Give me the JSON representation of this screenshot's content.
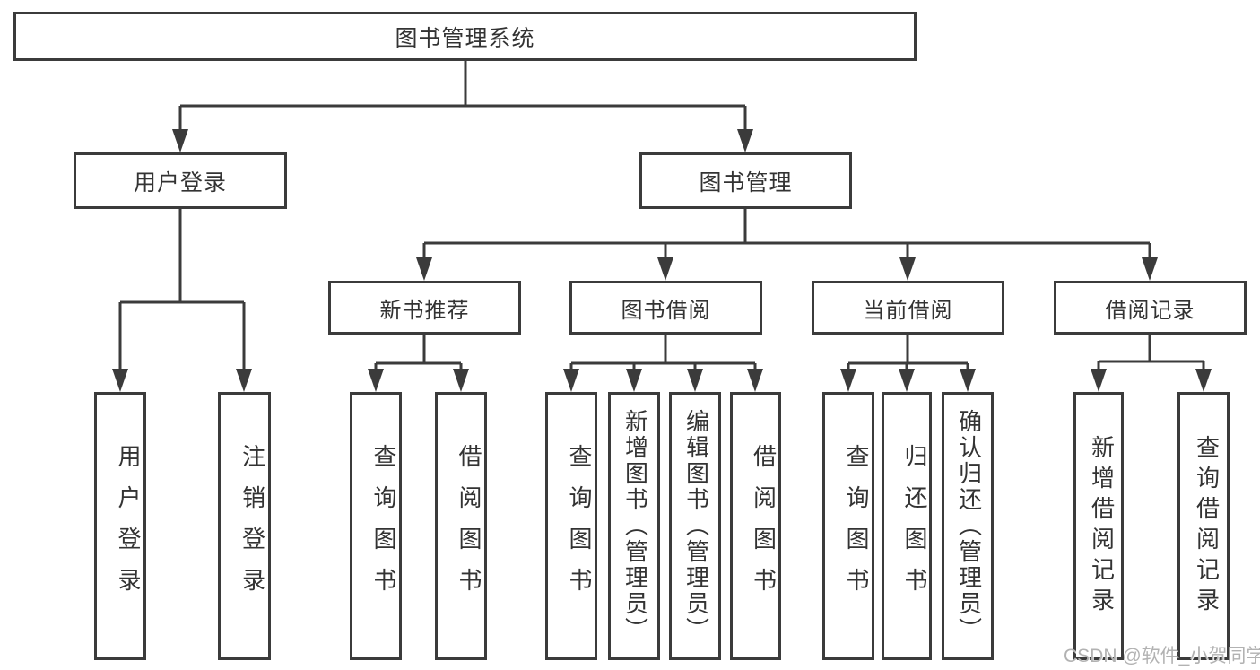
{
  "diagram": {
    "root": {
      "label": "图书管理系统"
    },
    "modules": [
      {
        "label": "用户登录",
        "children": [
          {
            "label": "用户登录"
          },
          {
            "label": "注销登录"
          }
        ]
      },
      {
        "label": "图书管理",
        "children": [
          {
            "label": "新书推荐",
            "children": [
              {
                "label": "查询图书"
              },
              {
                "label": "借阅图书"
              }
            ]
          },
          {
            "label": "图书借阅",
            "children": [
              {
                "label": "查询图书"
              },
              {
                "label": "新增图书（管理员）"
              },
              {
                "label": "编辑图书（管理员）"
              },
              {
                "label": "借阅图书"
              }
            ]
          },
          {
            "label": "当前借阅",
            "children": [
              {
                "label": "查询图书"
              },
              {
                "label": "归还图书"
              },
              {
                "label": "确认归还（管理员）"
              }
            ]
          },
          {
            "label": "借阅记录",
            "children": [
              {
                "label": "新增借阅记录"
              },
              {
                "label": "查询借阅记录"
              }
            ]
          }
        ]
      }
    ]
  },
  "watermark": {
    "text": "CSDN @软件_小贺同学"
  },
  "colors": {
    "line": "#3b3b3b",
    "text": "#333333",
    "box_background": "#ffffff",
    "watermark": "#b2b2b2"
  }
}
